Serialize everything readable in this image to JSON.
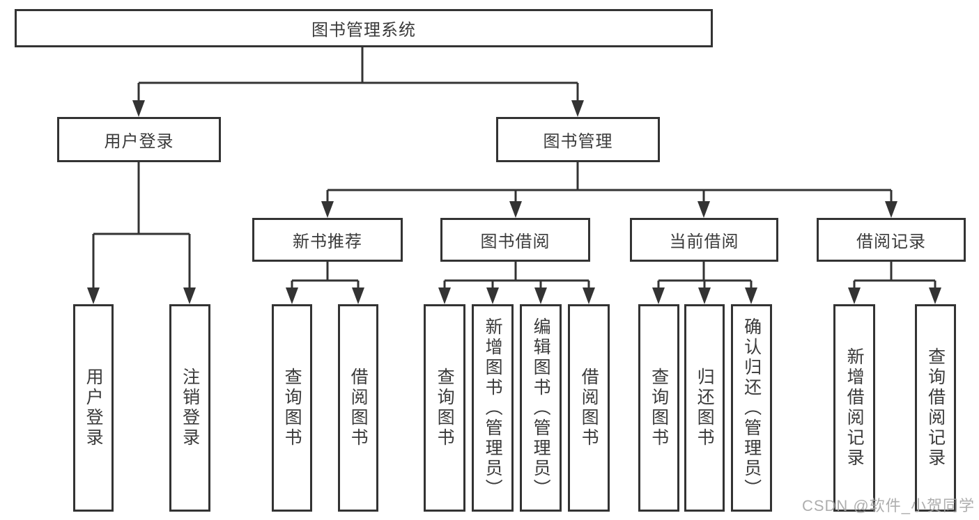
{
  "diagram": {
    "root": "图书管理系统",
    "login": {
      "label": "用户登录",
      "children": [
        "用户登录",
        "注销登录"
      ]
    },
    "management": {
      "label": "图书管理",
      "groups": [
        {
          "label": "新书推荐",
          "children": [
            "查询图书",
            "借阅图书"
          ]
        },
        {
          "label": "图书借阅",
          "children": [
            "查询图书",
            "新增图书（管理员）",
            "编辑图书（管理员）",
            "借阅图书"
          ]
        },
        {
          "label": "当前借阅",
          "children": [
            "查询图书",
            "归还图书",
            "确认归还（管理员）"
          ]
        },
        {
          "label": "借阅记录",
          "children": [
            "新增借阅记录",
            "查询借阅记录"
          ]
        }
      ]
    }
  },
  "watermark": "CSDN @软件_小贺同学",
  "colors": {
    "line": "#333333",
    "box-fill": "#ffffff",
    "text": "#3a3a3a",
    "watermark": "#a6a6a6"
  }
}
